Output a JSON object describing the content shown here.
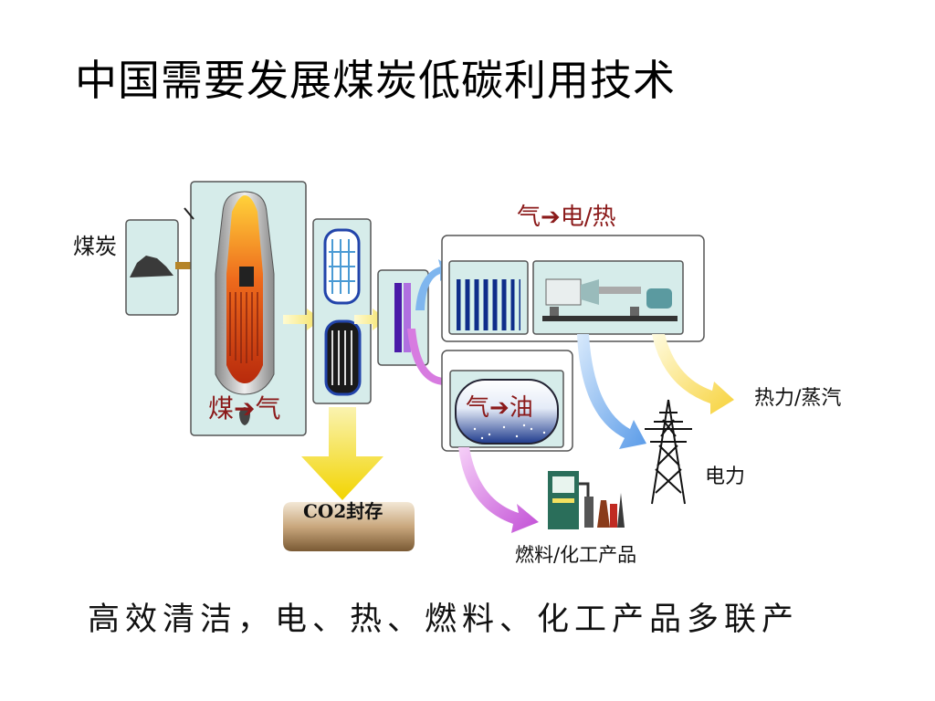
{
  "slide": {
    "title": "中国需要发展煤炭低碳利用技术",
    "caption": "高效清洁，电、热、燃料、化工产品多联产"
  },
  "diagram": {
    "coal_label": "煤炭",
    "gasifier_label": "煤➔气",
    "power_section_label": "气➔电/热",
    "liquid_section_label": "气➔油",
    "co2_label": "CO2封存",
    "heat_label": "热力/蒸汽",
    "power_label": "电力",
    "products_label": "燃料/化工产品"
  },
  "colors": {
    "panel_fill": "#d6ecea",
    "panel_border": "#555555",
    "label_red": "#8b1a1a",
    "arrow_yellow": "#f5e26a",
    "arrow_blue": "#7fb6ee",
    "arrow_magenta": "#d77be0",
    "arrow_brown": "#b58428"
  }
}
